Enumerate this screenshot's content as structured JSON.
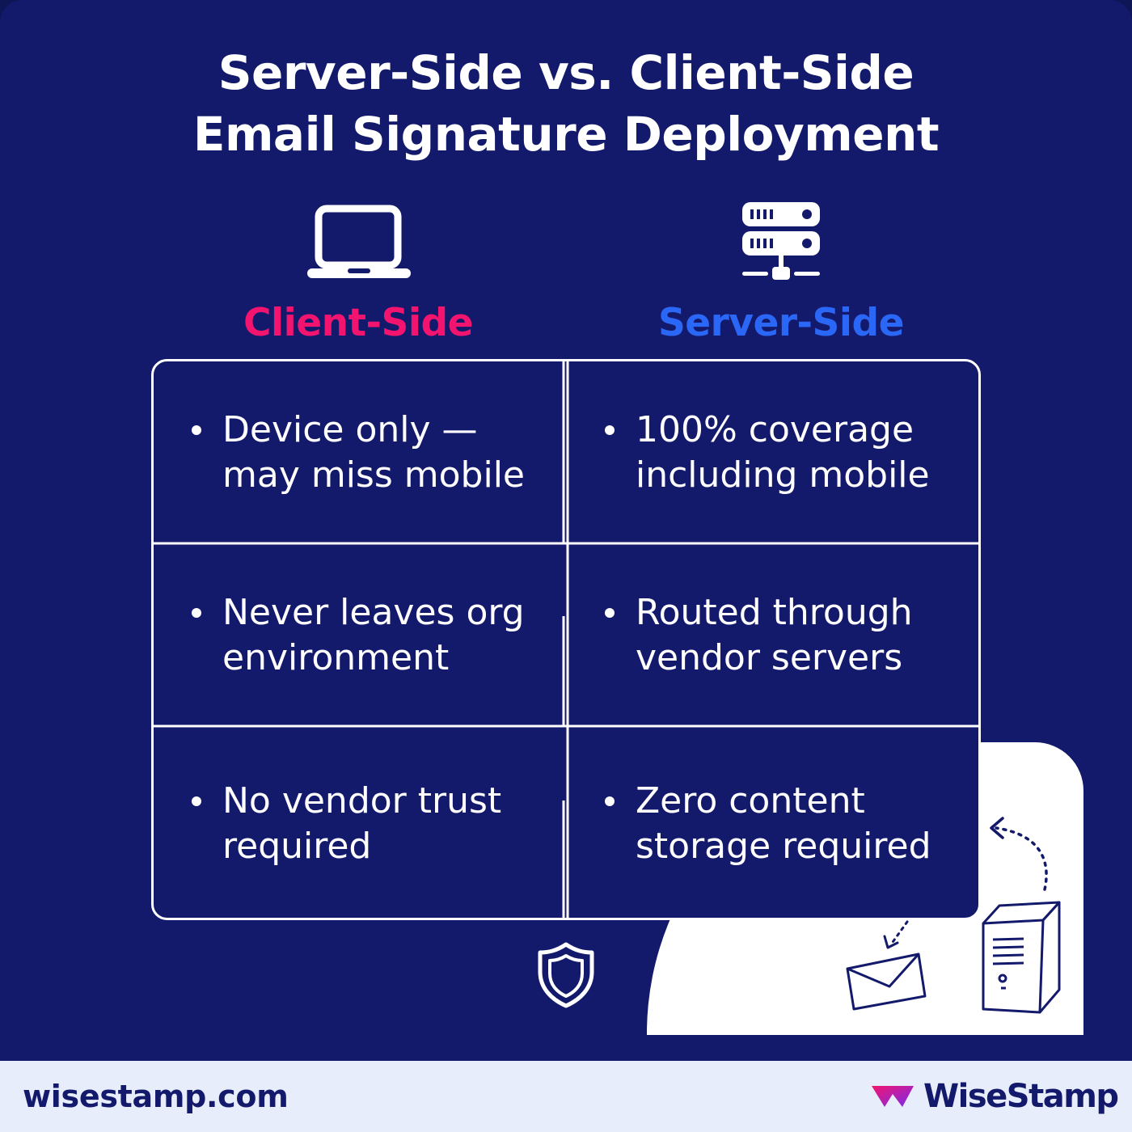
{
  "title": {
    "line1": "Server-Side vs. Client-Side",
    "line2": "Email Signature Deployment"
  },
  "columns": {
    "client": {
      "title": "Client-Side",
      "color": "#f2146e",
      "icon": "laptop-icon"
    },
    "server": {
      "title": "Server-Side",
      "color": "#2b67f6",
      "icon": "server-icon"
    }
  },
  "rows": [
    {
      "client": [
        "Device only —",
        "may miss mobile"
      ],
      "server": [
        "100% coverage",
        "including mobile"
      ]
    },
    {
      "client": [
        "Never leaves org",
        "environment"
      ],
      "server": [
        "Routed through",
        "vendor servers"
      ]
    },
    {
      "client": [
        "No vendor trust",
        "required"
      ],
      "server": [
        "Zero content",
        "storage required"
      ]
    }
  ],
  "decor_icons": [
    "shield-icon",
    "envelope-icon",
    "computer-tower-icon"
  ],
  "footer": {
    "url": "wisestamp.com",
    "brand": "WiseStamp"
  },
  "colors": {
    "background": "#141a6b",
    "footer": "#e7edfb",
    "text": "#ffffff"
  }
}
